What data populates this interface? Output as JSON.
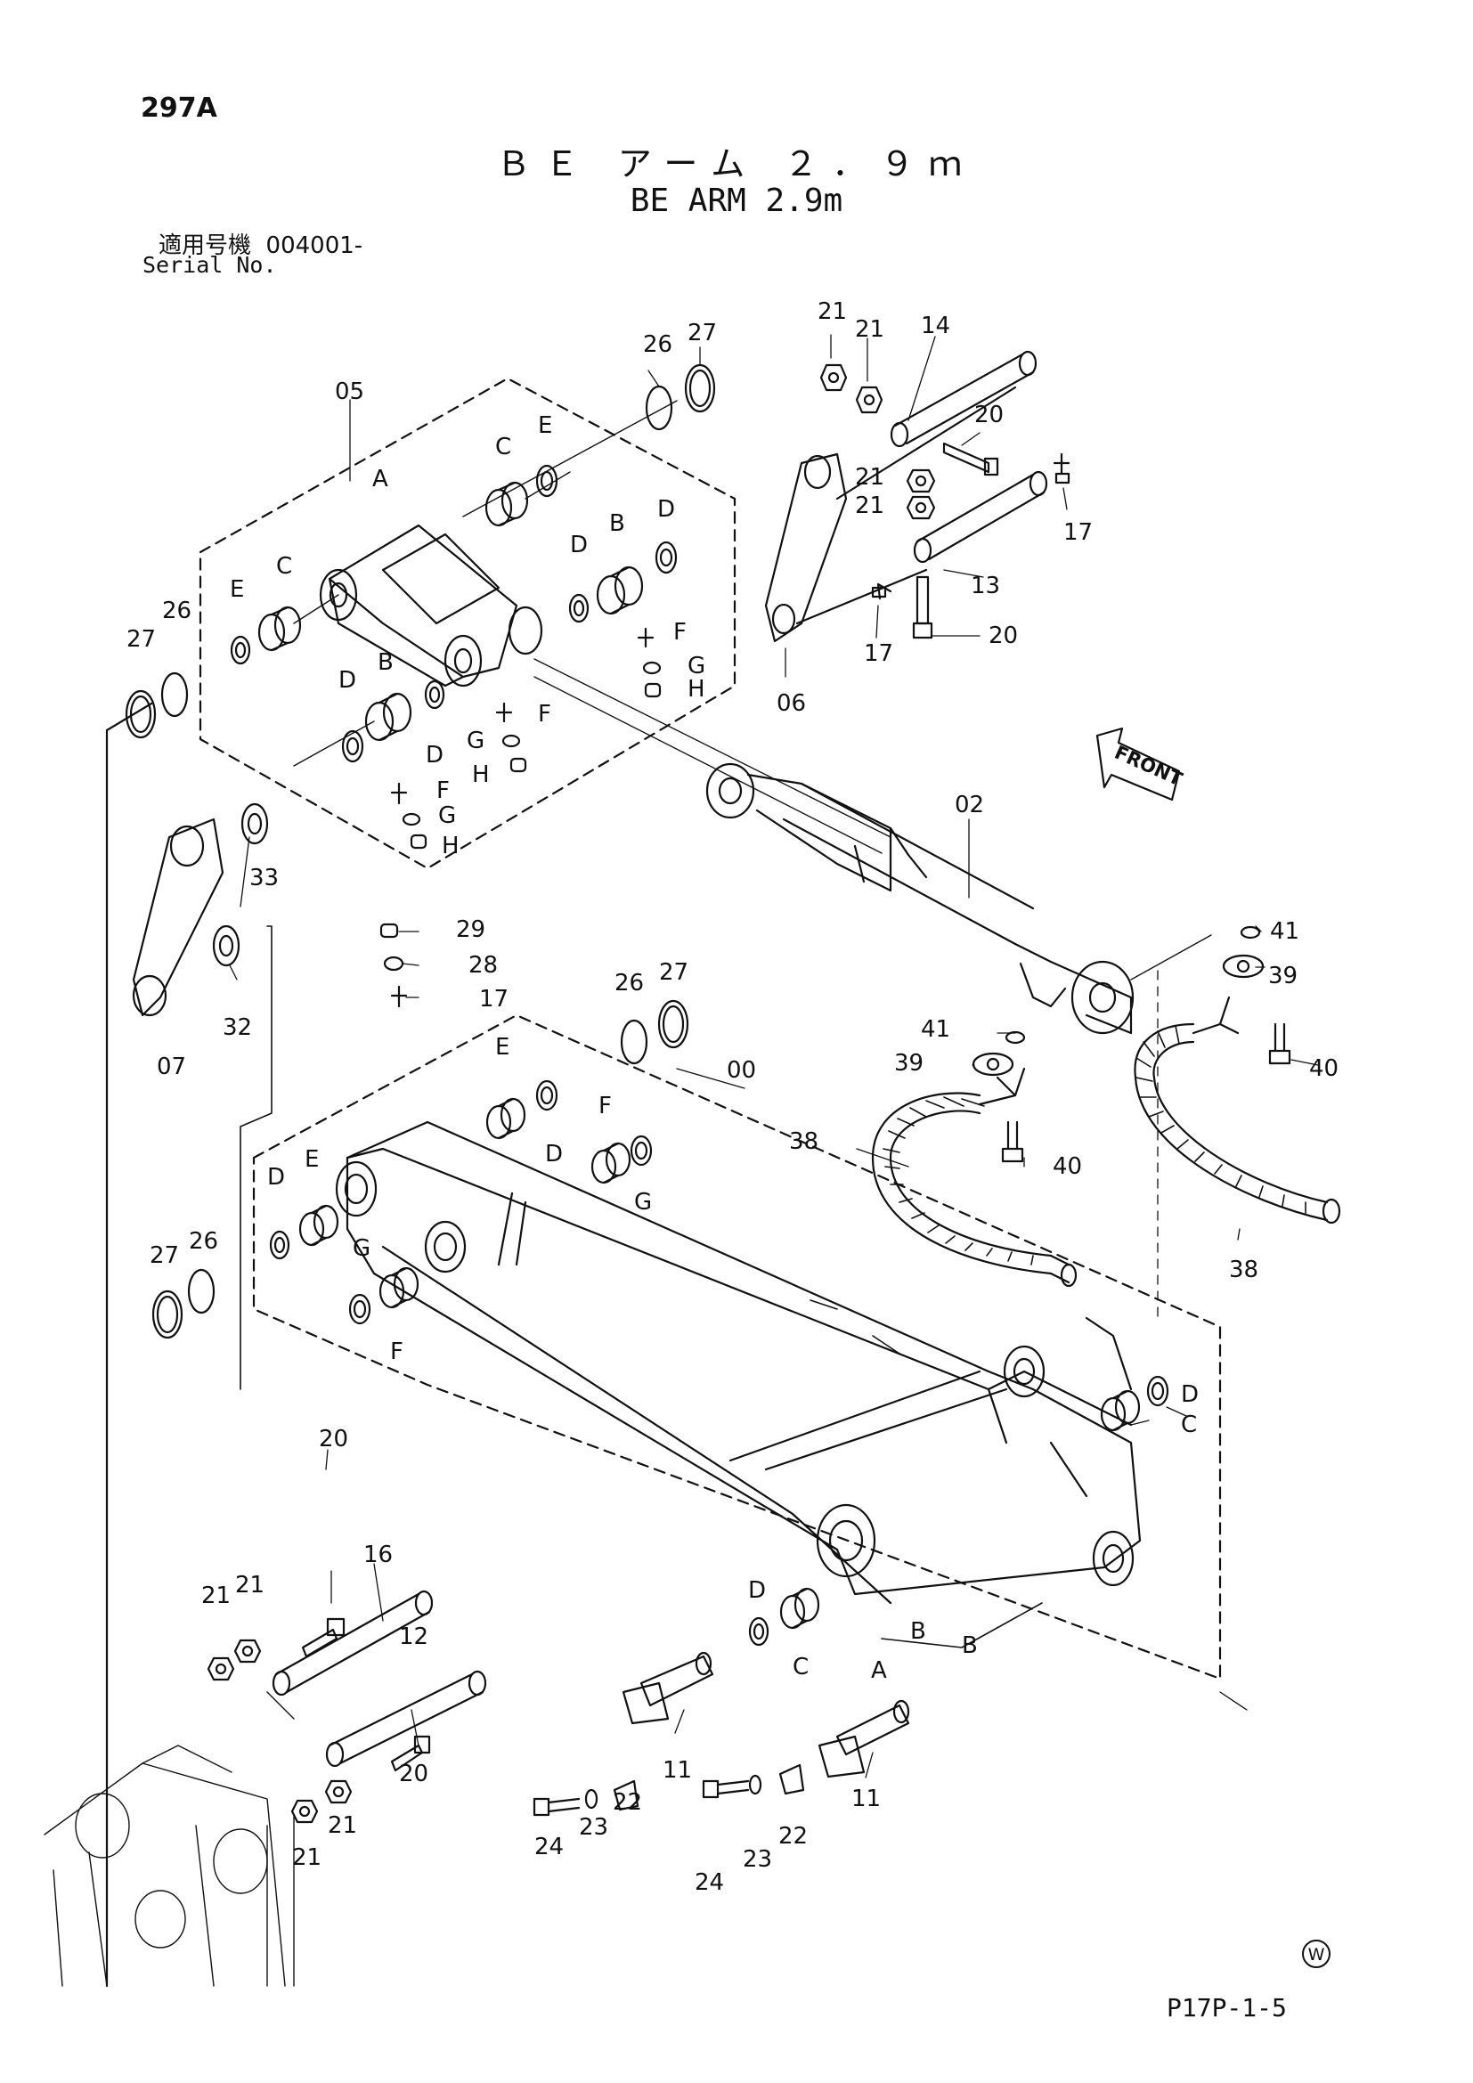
{
  "header": {
    "page_number": "297A",
    "title_jp": "ＢＥ アーム ２．９ｍ",
    "title_en": "BE ARM 2.9m",
    "serial_label_jp": "適用号機",
    "serial_value": "004001-",
    "serial_label_en": "Serial No."
  },
  "footer": {
    "stamp_letter": "W",
    "drawing_code": "P17P-1-5"
  },
  "callouts": {
    "c00": "00",
    "c02": "02",
    "c05": "05",
    "c06": "06",
    "c07": "07",
    "c11": "11",
    "c12": "12",
    "c13": "13",
    "c14": "14",
    "c16": "16",
    "c17": "17",
    "c20": "20",
    "c21": "21",
    "c22": "22",
    "c23": "23",
    "c24": "24",
    "c26": "26",
    "c27": "27",
    "c28": "28",
    "c29": "29",
    "c32": "32",
    "c33": "33",
    "c38": "38",
    "c39": "39",
    "c40": "40",
    "c41": "41",
    "A": "A",
    "B": "B",
    "C": "C",
    "D": "D",
    "E": "E",
    "F": "F",
    "G": "G",
    "H": "H"
  },
  "front_label": "FRONT"
}
